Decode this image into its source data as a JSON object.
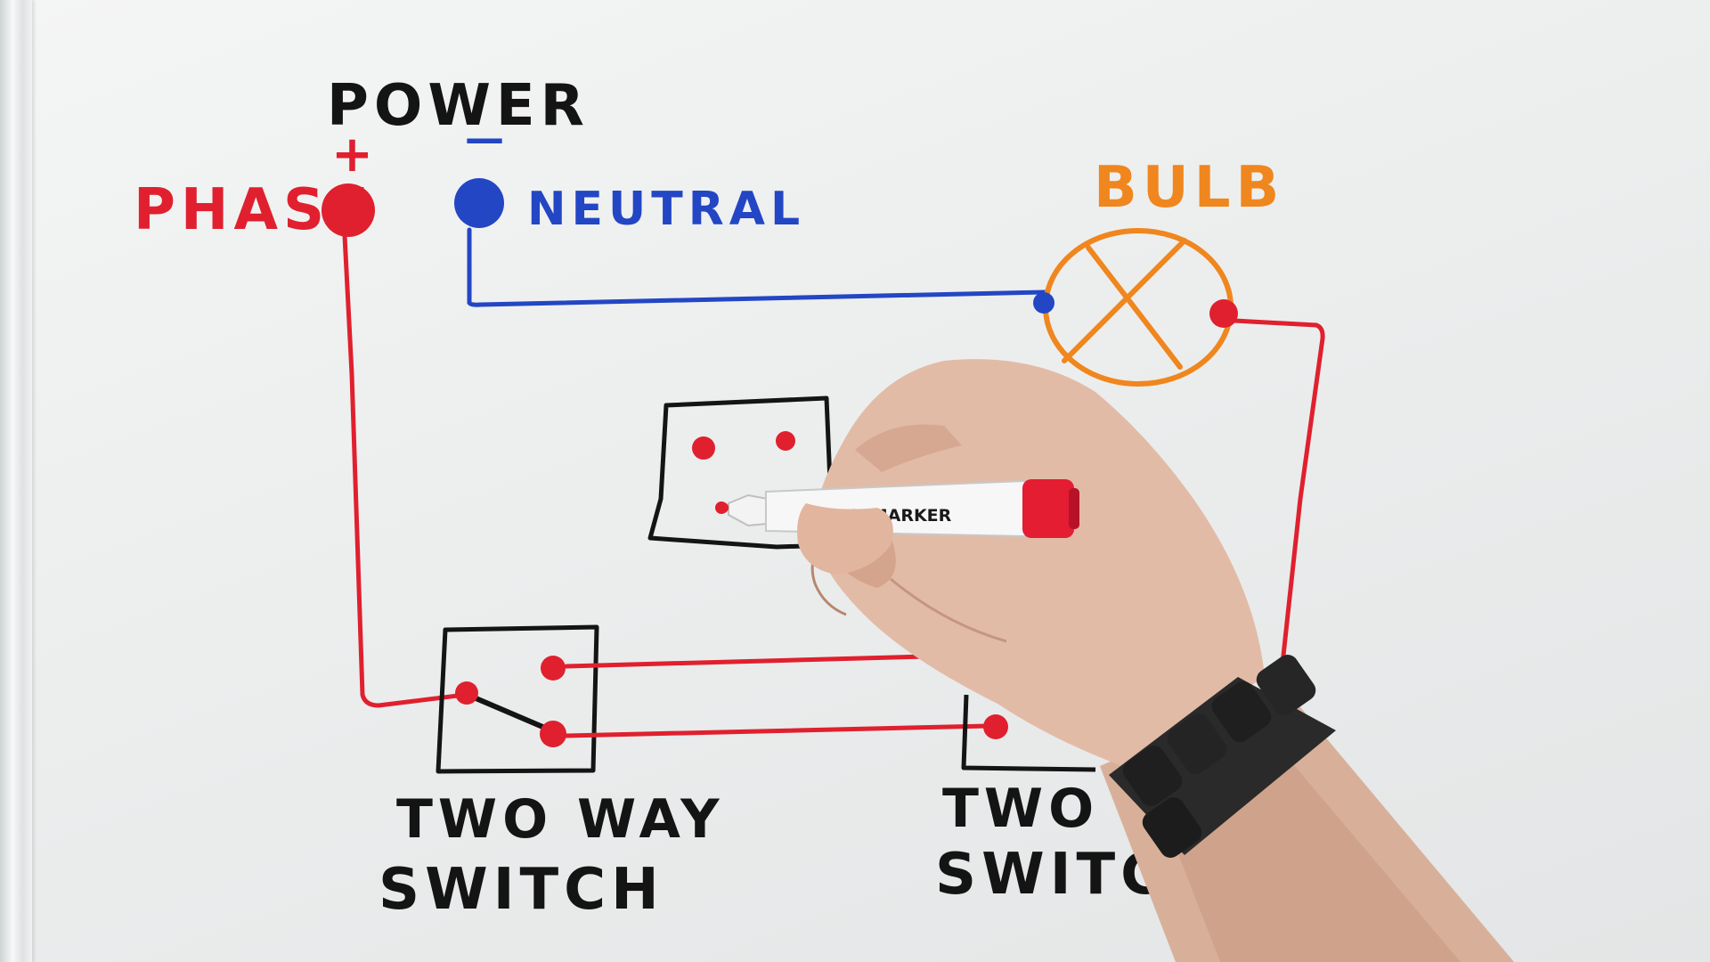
{
  "labels": {
    "power": "POWER",
    "plus": "+",
    "minus": "—",
    "phase": "PHASE",
    "neutral": "NEUTRAL",
    "bulb": "BULB",
    "switch1_line1": "TWO WAY",
    "switch1_line2": "SWITCH",
    "switch2_line1": "TWO W",
    "switch2_line2": "SWITCH",
    "marker_text": "ARD MARKER"
  },
  "colors": {
    "phase_wire": "#e0202e",
    "neutral_wire": "#2346c4",
    "bulb": "#f0861e",
    "ink_black": "#141414",
    "board": "#eef0f0"
  }
}
